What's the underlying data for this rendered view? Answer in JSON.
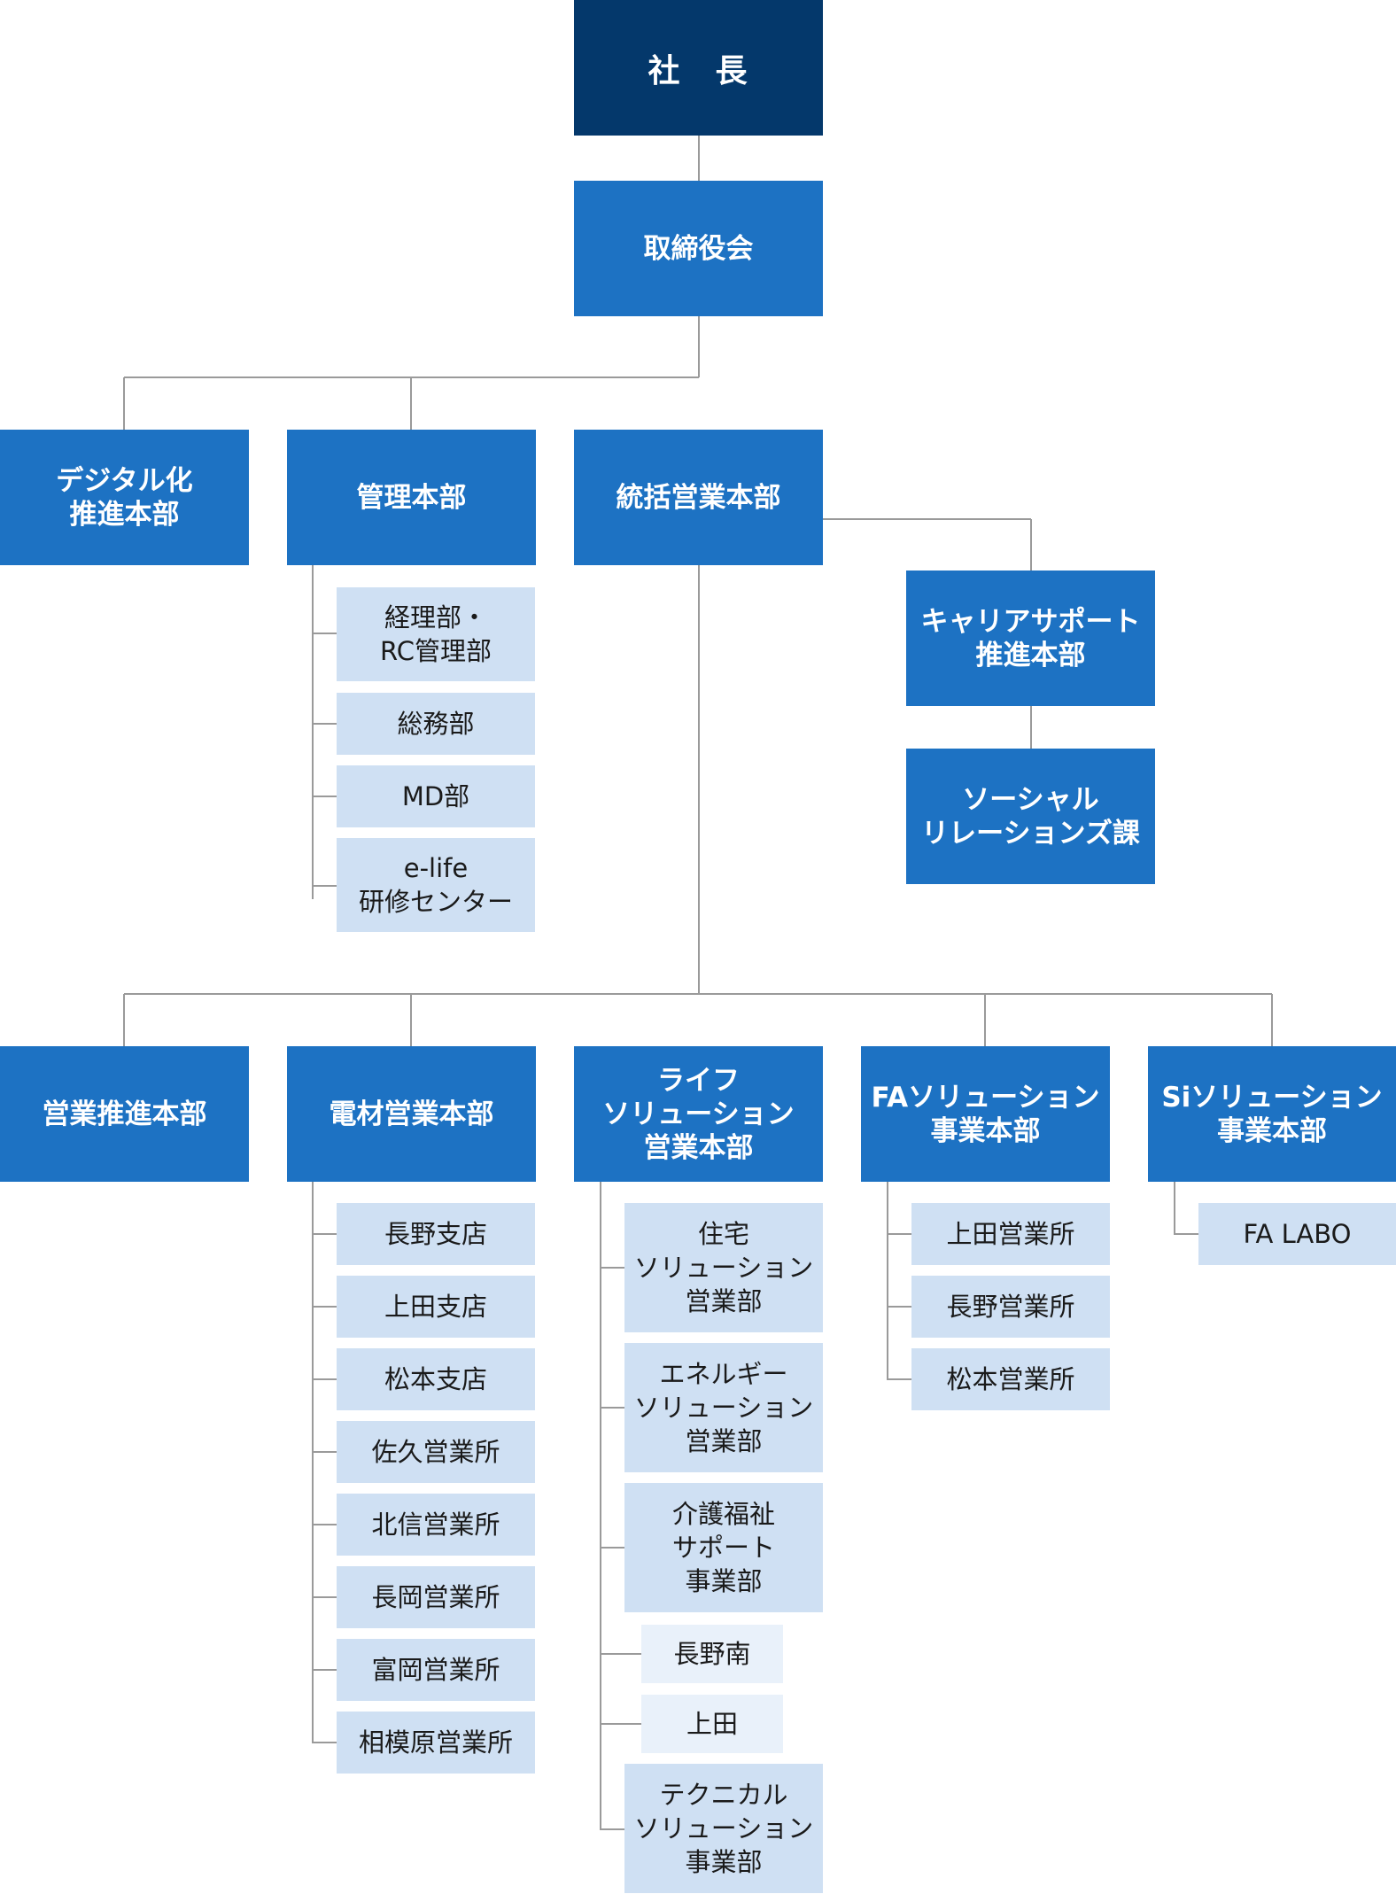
{
  "president": "社　長",
  "board": "取締役会",
  "level2": {
    "digital": "デジタル化\n推進本部",
    "admin": "管理本部",
    "general_sales": "統括営業本部"
  },
  "admin_units": [
    "経理部・\nRC管理部",
    "総務部",
    "MD部",
    "e-life\n研修センター"
  ],
  "career": "キャリアサポート\n推進本部",
  "social": "ソーシャル\nリレーションズ課",
  "level3": {
    "sales_promo": "営業推進本部",
    "electric": "電材営業本部",
    "life": "ライフ\nソリューション\n営業本部",
    "fa": "FAソリューション\n事業本部",
    "si": "Siソリューション\n事業本部"
  },
  "electric_units": [
    "長野支店",
    "上田支店",
    "松本支店",
    "佐久営業所",
    "北信営業所",
    "長岡営業所",
    "富岡営業所",
    "相模原営業所"
  ],
  "life_units": {
    "housing": "住宅\nソリューション\n営業部",
    "energy": "エネルギー\nソリューション\n営業部",
    "care": "介護福祉\nサポート\n事業部",
    "nagano_south": "長野南",
    "ueda": "上田",
    "technical": "テクニカル\nソリューション\n事業部"
  },
  "fa_units": [
    "上田営業所",
    "長野営業所",
    "松本営業所"
  ],
  "si_units": [
    "FA LABO"
  ]
}
